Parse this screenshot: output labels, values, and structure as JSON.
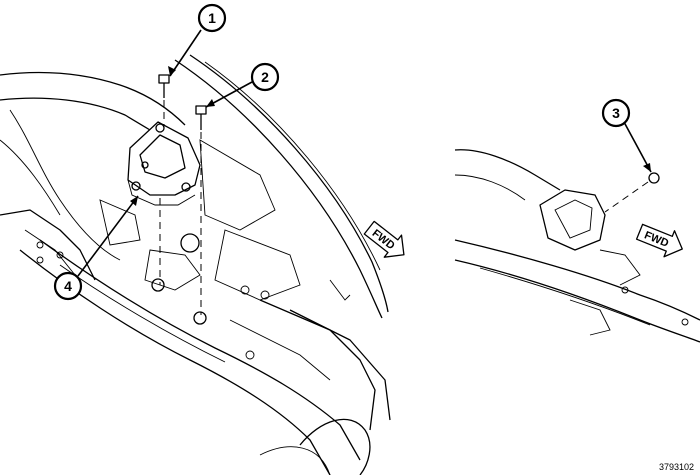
{
  "callouts": [
    {
      "label": "1"
    },
    {
      "label": "2"
    },
    {
      "label": "3"
    },
    {
      "label": "4"
    }
  ],
  "fwd_left": "FWD",
  "fwd_right": "FWD",
  "figure_id": "3793102"
}
